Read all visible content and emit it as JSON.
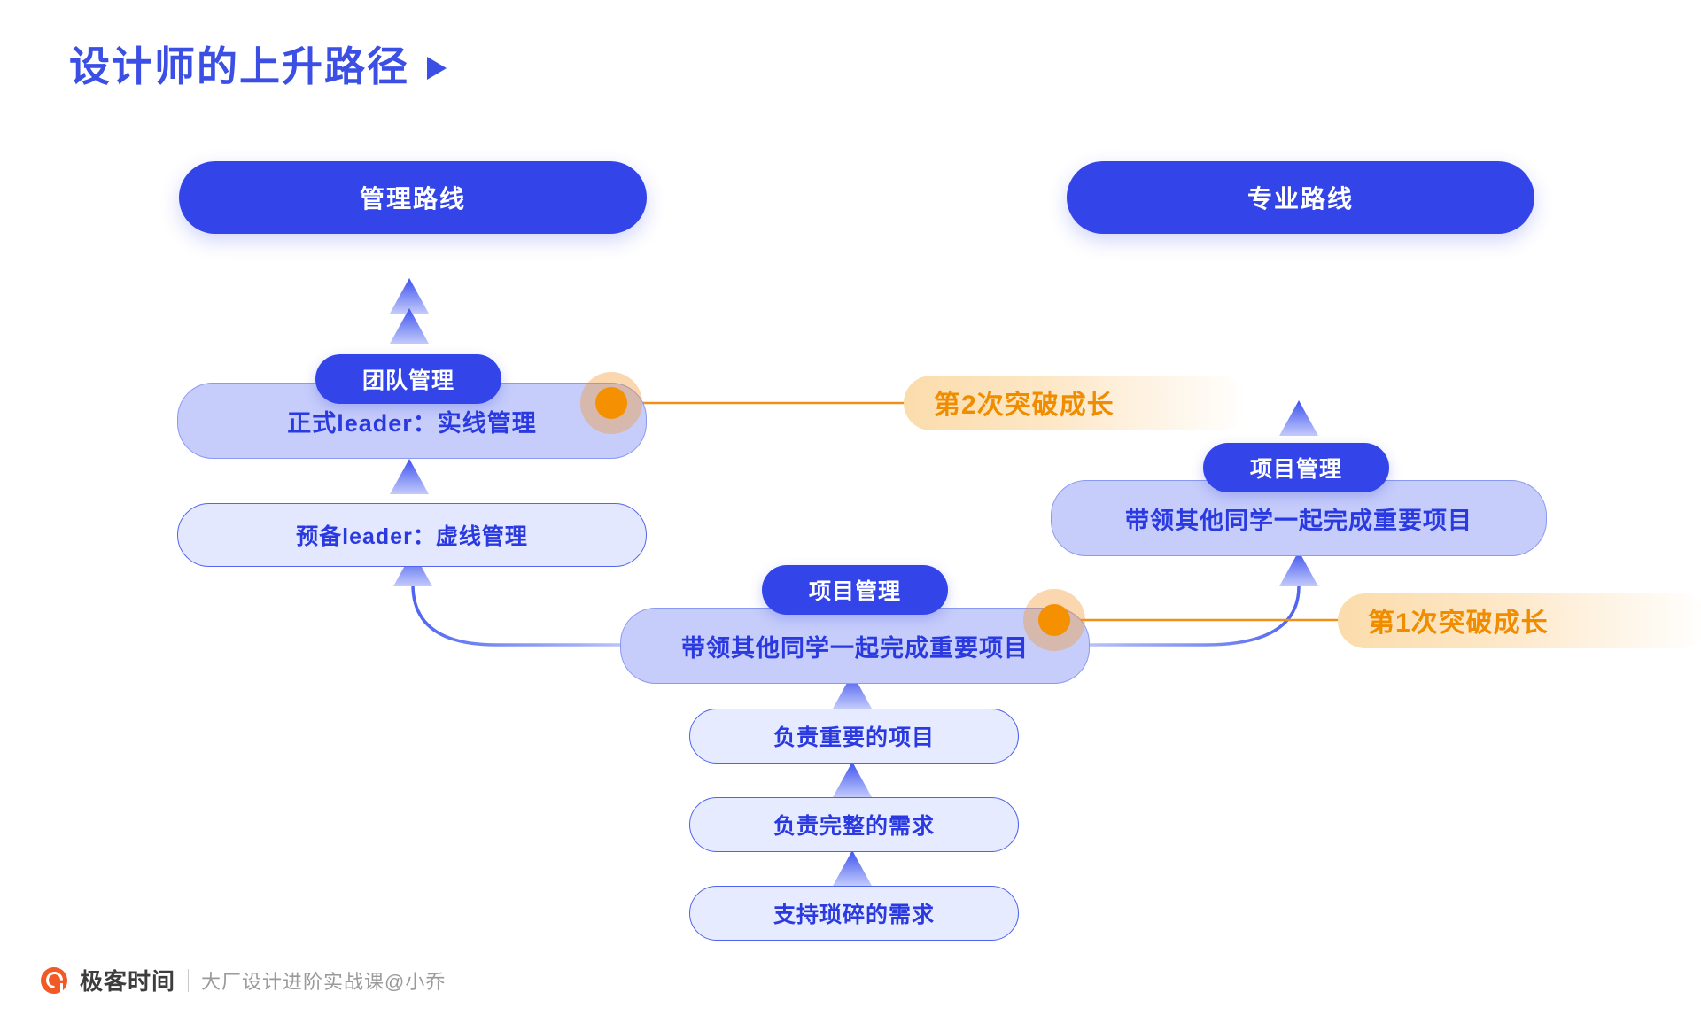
{
  "page": {
    "title": "设计师的上升路径",
    "title_icon": "play-triangle-icon",
    "background": "#ffffff"
  },
  "colors": {
    "brand_blue": "#3345e8",
    "text_blue": "#2b3ae0",
    "card_deep": "#c6cdfa",
    "card_light": "#e3e8ff",
    "accent_orange": "#f59000",
    "growth_text": "#f08c00",
    "logo_orange": "#f15a24"
  },
  "tracks": {
    "management": {
      "label": "管理路线"
    },
    "professional": {
      "label": "专业路线"
    }
  },
  "management_levels": [
    {
      "badge": "团队管理",
      "text": "正式leader：实线管理"
    },
    {
      "badge": "",
      "text": "预备leader：虚线管理"
    }
  ],
  "center_levels": [
    {
      "badge": "项目管理",
      "text": "带领其他同学一起完成重要项目"
    },
    {
      "badge": "",
      "text": "负责重要的项目"
    },
    {
      "badge": "",
      "text": "负责完整的需求"
    },
    {
      "badge": "",
      "text": "支持琐碎的需求"
    }
  ],
  "professional_levels": [
    {
      "badge": "项目管理",
      "text": "带领其他同学一起完成重要项目"
    }
  ],
  "growth_markers": [
    {
      "label": "第2次突破成长",
      "order": 2
    },
    {
      "label": "第1次突破成长",
      "order": 1
    }
  ],
  "footer": {
    "logo_icon": "geek-time-logo-icon",
    "brand": "极客时间",
    "divider": "|",
    "course": "大厂设计进阶实战课@小乔"
  }
}
